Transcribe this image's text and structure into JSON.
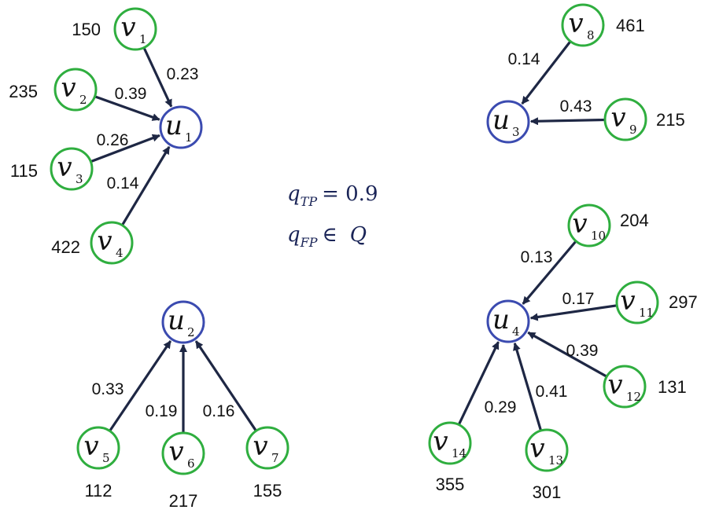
{
  "colors": {
    "u_stroke": "#3b4bb0",
    "v_stroke": "#2fae3f",
    "edge": "#1e2744"
  },
  "formula": {
    "line1": {
      "sym": "q",
      "sub": "TP",
      "rest": "= 0.9"
    },
    "line2": {
      "sym": "q",
      "sub": "FP",
      "rel": "∈",
      "set": "Q"
    }
  },
  "u_nodes": [
    {
      "id": "u1",
      "symbol": "u",
      "subscript": "1"
    },
    {
      "id": "u2",
      "symbol": "u",
      "subscript": "2"
    },
    {
      "id": "u3",
      "symbol": "u",
      "subscript": "3"
    },
    {
      "id": "u4",
      "symbol": "u",
      "subscript": "4"
    }
  ],
  "v_nodes": [
    {
      "id": "v1",
      "symbol": "v",
      "subscript": "1",
      "count": "150"
    },
    {
      "id": "v2",
      "symbol": "v",
      "subscript": "2",
      "count": "235"
    },
    {
      "id": "v3",
      "symbol": "v",
      "subscript": "3",
      "count": "115"
    },
    {
      "id": "v4",
      "symbol": "v",
      "subscript": "4",
      "count": "422"
    },
    {
      "id": "v5",
      "symbol": "v",
      "subscript": "5",
      "count": "112"
    },
    {
      "id": "v6",
      "symbol": "v",
      "subscript": "6",
      "count": "217"
    },
    {
      "id": "v7",
      "symbol": "v",
      "subscript": "7",
      "count": "155"
    },
    {
      "id": "v8",
      "symbol": "v",
      "subscript": "8",
      "count": "461"
    },
    {
      "id": "v9",
      "symbol": "v",
      "subscript": "9",
      "count": "215"
    },
    {
      "id": "v10",
      "symbol": "v",
      "subscript": "10",
      "count": "204"
    },
    {
      "id": "v11",
      "symbol": "v",
      "subscript": "11",
      "count": "297"
    },
    {
      "id": "v12",
      "symbol": "v",
      "subscript": "12",
      "count": "131"
    },
    {
      "id": "v13",
      "symbol": "v",
      "subscript": "13",
      "count": "301"
    },
    {
      "id": "v14",
      "symbol": "v",
      "subscript": "14",
      "count": "355"
    }
  ],
  "edges": [
    {
      "from": "v1",
      "to": "u1",
      "weight": "0.23"
    },
    {
      "from": "v2",
      "to": "u1",
      "weight": "0.39"
    },
    {
      "from": "v3",
      "to": "u1",
      "weight": "0.26"
    },
    {
      "from": "v4",
      "to": "u1",
      "weight": "0.14"
    },
    {
      "from": "v5",
      "to": "u2",
      "weight": "0.33"
    },
    {
      "from": "v6",
      "to": "u2",
      "weight": "0.19"
    },
    {
      "from": "v7",
      "to": "u2",
      "weight": "0.16"
    },
    {
      "from": "v8",
      "to": "u3",
      "weight": "0.14"
    },
    {
      "from": "v9",
      "to": "u3",
      "weight": "0.43"
    },
    {
      "from": "v10",
      "to": "u4",
      "weight": "0.13"
    },
    {
      "from": "v11",
      "to": "u4",
      "weight": "0.17"
    },
    {
      "from": "v12",
      "to": "u4",
      "weight": "0.39"
    },
    {
      "from": "v13",
      "to": "u4",
      "weight": "0.41"
    },
    {
      "from": "v14",
      "to": "u4",
      "weight": "0.29"
    }
  ]
}
